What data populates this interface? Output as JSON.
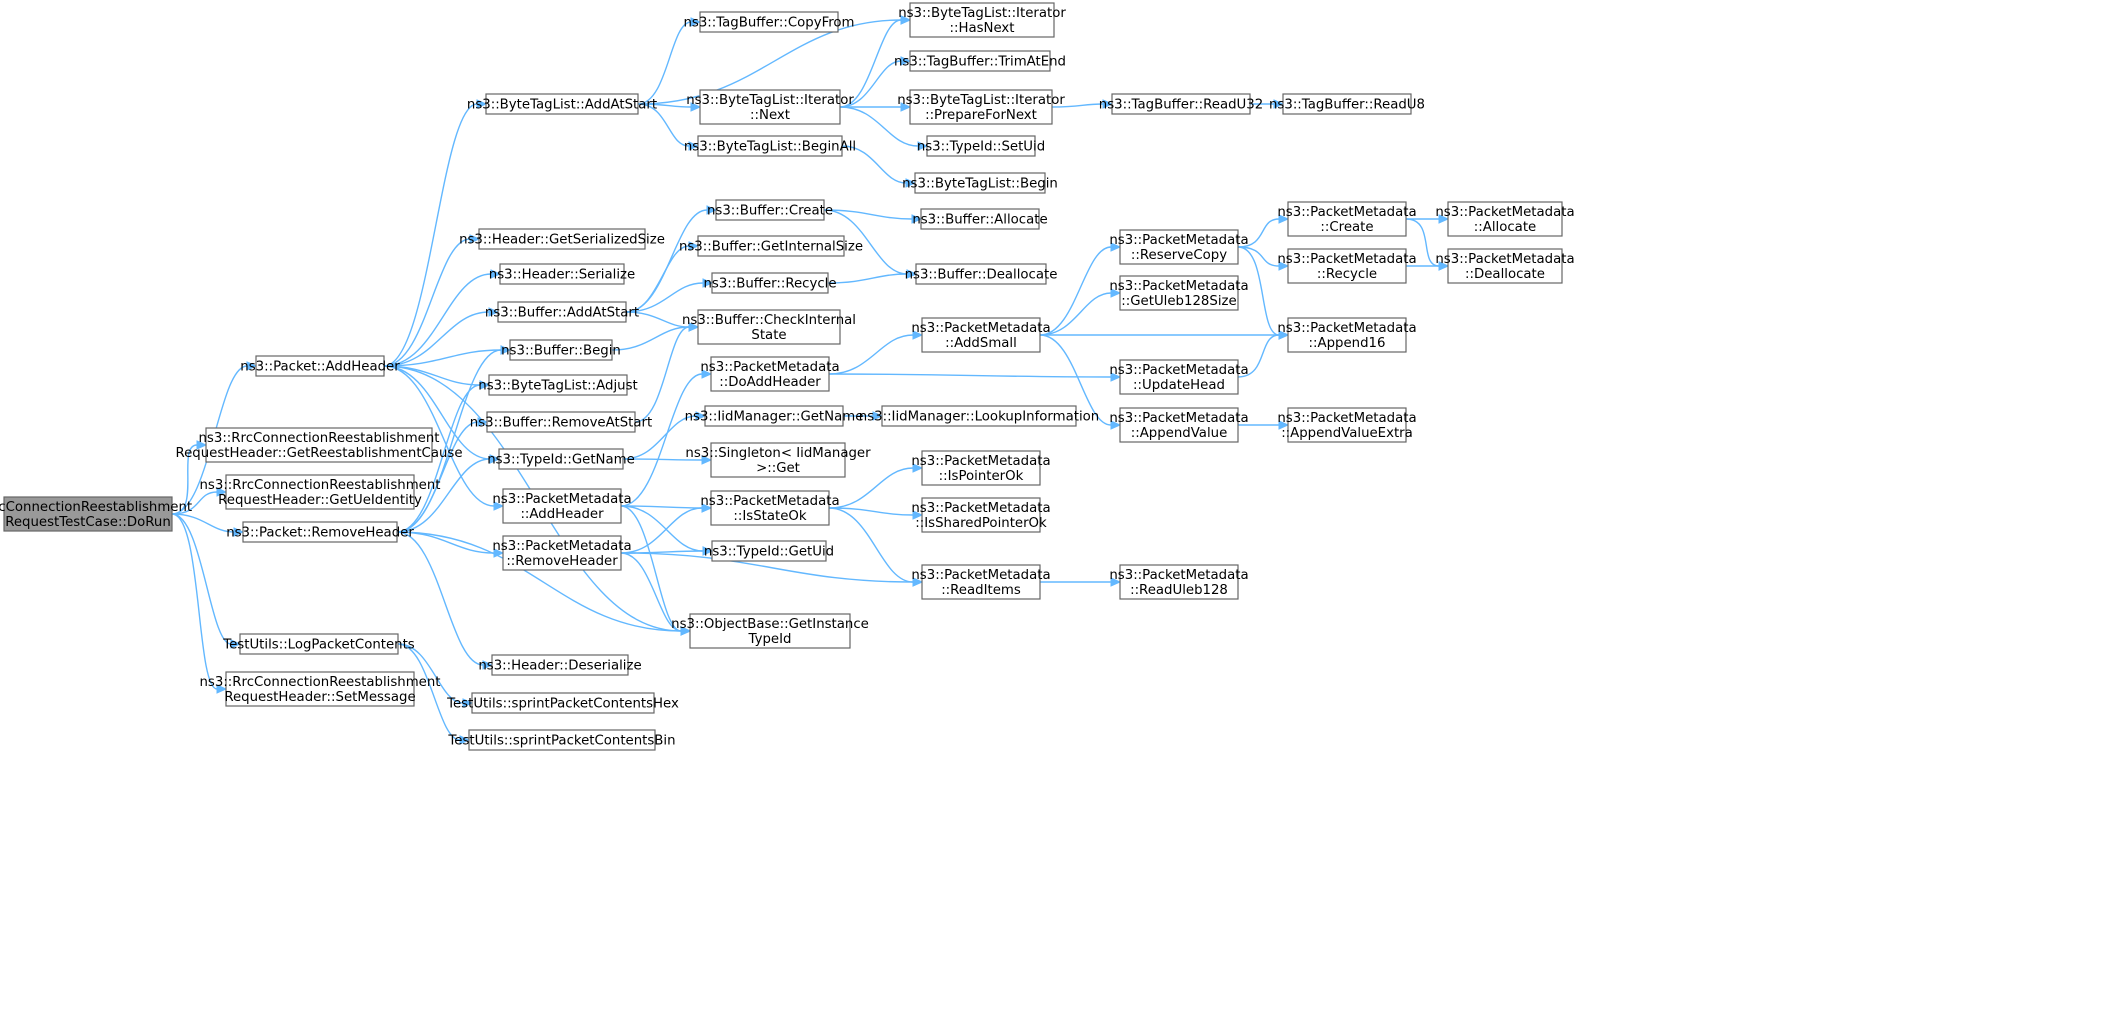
{
  "graph": {
    "kind": "call-graph",
    "colors": {
      "node_fill": "#ffffff",
      "node_border": "#666666",
      "root_fill": "#999999",
      "edge": "#63b8ff",
      "text": "#000000"
    },
    "nodes": [
      {
        "id": "root",
        "lines": [
          "RrcConnectionReestablishment",
          "RequestTestCase::DoRun"
        ],
        "root": true
      },
      {
        "id": "pkt_addheader",
        "lines": [
          "ns3::Packet::AddHeader"
        ]
      },
      {
        "id": "get_cause",
        "lines": [
          "ns3::RrcConnectionReestablishment",
          "RequestHeader::GetReestablishmentCause"
        ]
      },
      {
        "id": "get_ueid",
        "lines": [
          "ns3::RrcConnectionReestablishment",
          "RequestHeader::GetUeIdentity"
        ]
      },
      {
        "id": "pkt_removeheader",
        "lines": [
          "ns3::Packet::RemoveHeader"
        ]
      },
      {
        "id": "logpkt",
        "lines": [
          "TestUtils::LogPacketContents"
        ]
      },
      {
        "id": "setmessage",
        "lines": [
          "ns3::RrcConnectionReestablishment",
          "RequestHeader::SetMessage"
        ]
      },
      {
        "id": "btl_addatstart",
        "lines": [
          "ns3::ByteTagList::AddAtStart"
        ]
      },
      {
        "id": "hdr_getsersize",
        "lines": [
          "ns3::Header::GetSerializedSize"
        ]
      },
      {
        "id": "hdr_serialize",
        "lines": [
          "ns3::Header::Serialize"
        ]
      },
      {
        "id": "buf_addatstart",
        "lines": [
          "ns3::Buffer::AddAtStart"
        ]
      },
      {
        "id": "buf_begin",
        "lines": [
          "ns3::Buffer::Begin"
        ]
      },
      {
        "id": "btl_adjust",
        "lines": [
          "ns3::ByteTagList::Adjust"
        ]
      },
      {
        "id": "buf_removeatstart",
        "lines": [
          "ns3::Buffer::RemoveAtStart"
        ]
      },
      {
        "id": "typeid_getname",
        "lines": [
          "ns3::TypeId::GetName"
        ]
      },
      {
        "id": "pm_addheader",
        "lines": [
          "ns3::PacketMetadata",
          "::AddHeader"
        ]
      },
      {
        "id": "pm_removeheader",
        "lines": [
          "ns3::PacketMetadata",
          "::RemoveHeader"
        ]
      },
      {
        "id": "hdr_deserialize",
        "lines": [
          "ns3::Header::Deserialize"
        ]
      },
      {
        "id": "tu_hex",
        "lines": [
          "TestUtils::sprintPacketContentsHex"
        ]
      },
      {
        "id": "tu_bin",
        "lines": [
          "TestUtils::sprintPacketContentsBin"
        ]
      },
      {
        "id": "tb_copyfrom",
        "lines": [
          "ns3::TagBuffer::CopyFrom"
        ]
      },
      {
        "id": "btli_next",
        "lines": [
          "ns3::ByteTagList::Iterator",
          "::Next"
        ]
      },
      {
        "id": "btl_beginall",
        "lines": [
          "ns3::ByteTagList::BeginAll"
        ]
      },
      {
        "id": "buf_create",
        "lines": [
          "ns3::Buffer::Create"
        ]
      },
      {
        "id": "buf_getinternalsize",
        "lines": [
          "ns3::Buffer::GetInternalSize"
        ]
      },
      {
        "id": "buf_recycle",
        "lines": [
          "ns3::Buffer::Recycle"
        ]
      },
      {
        "id": "buf_checkinternal",
        "lines": [
          "ns3::Buffer::CheckInternal",
          "State"
        ]
      },
      {
        "id": "pm_doaddheader",
        "lines": [
          "ns3::PacketMetadata",
          "::DoAddHeader"
        ]
      },
      {
        "id": "iid_getname",
        "lines": [
          "ns3::IidManager::GetName"
        ]
      },
      {
        "id": "singleton_get",
        "lines": [
          "ns3::Singleton< IidManager",
          ">::Get"
        ]
      },
      {
        "id": "pm_isstateok",
        "lines": [
          "ns3::PacketMetadata",
          "::IsStateOk"
        ]
      },
      {
        "id": "typeid_getuid",
        "lines": [
          "ns3::TypeId::GetUid"
        ]
      },
      {
        "id": "ob_getinstance",
        "lines": [
          "ns3::ObjectBase::GetInstance",
          "TypeId"
        ]
      },
      {
        "id": "btli_hasnext",
        "lines": [
          "ns3::ByteTagList::Iterator",
          "::HasNext"
        ]
      },
      {
        "id": "tb_trimatend",
        "lines": [
          "ns3::TagBuffer::TrimAtEnd"
        ]
      },
      {
        "id": "btli_prepare",
        "lines": [
          "ns3::ByteTagList::Iterator",
          "::PrepareForNext"
        ]
      },
      {
        "id": "typeid_setuid",
        "lines": [
          "ns3::TypeId::SetUid"
        ]
      },
      {
        "id": "btl_begin",
        "lines": [
          "ns3::ByteTagList::Begin"
        ]
      },
      {
        "id": "buf_allocate",
        "lines": [
          "ns3::Buffer::Allocate"
        ]
      },
      {
        "id": "buf_deallocate",
        "lines": [
          "ns3::Buffer::Deallocate"
        ]
      },
      {
        "id": "pm_addsmall",
        "lines": [
          "ns3::PacketMetadata",
          "::AddSmall"
        ]
      },
      {
        "id": "iid_lookup",
        "lines": [
          "ns3::IidManager::LookupInformation"
        ]
      },
      {
        "id": "pm_ispointerok",
        "lines": [
          "ns3::PacketMetadata",
          "::IsPointerOk"
        ]
      },
      {
        "id": "pm_issharedpointerok",
        "lines": [
          "ns3::PacketMetadata",
          "::IsSharedPointerOk"
        ]
      },
      {
        "id": "pm_readitems",
        "lines": [
          "ns3::PacketMetadata",
          "::ReadItems"
        ]
      },
      {
        "id": "tb_readu32",
        "lines": [
          "ns3::TagBuffer::ReadU32"
        ]
      },
      {
        "id": "pm_reservecopy",
        "lines": [
          "ns3::PacketMetadata",
          "::ReserveCopy"
        ]
      },
      {
        "id": "pm_getuleb128size",
        "lines": [
          "ns3::PacketMetadata",
          "::GetUleb128Size"
        ]
      },
      {
        "id": "pm_updatehead",
        "lines": [
          "ns3::PacketMetadata",
          "::UpdateHead"
        ]
      },
      {
        "id": "pm_appendvalue",
        "lines": [
          "ns3::PacketMetadata",
          "::AppendValue"
        ]
      },
      {
        "id": "pm_readuleb128",
        "lines": [
          "ns3::PacketMetadata",
          "::ReadUleb128"
        ]
      },
      {
        "id": "tb_readu8",
        "lines": [
          "ns3::TagBuffer::ReadU8"
        ]
      },
      {
        "id": "pm_create",
        "lines": [
          "ns3::PacketMetadata",
          "::Create"
        ]
      },
      {
        "id": "pm_recycle",
        "lines": [
          "ns3::PacketMetadata",
          "::Recycle"
        ]
      },
      {
        "id": "pm_append16",
        "lines": [
          "ns3::PacketMetadata",
          "::Append16"
        ]
      },
      {
        "id": "pm_appendvalueextra",
        "lines": [
          "ns3::PacketMetadata",
          "::AppendValueExtra"
        ]
      },
      {
        "id": "pm_allocate",
        "lines": [
          "ns3::PacketMetadata",
          "::Allocate"
        ]
      },
      {
        "id": "pm_deallocate",
        "lines": [
          "ns3::PacketMetadata",
          "::Deallocate"
        ]
      }
    ],
    "edges": [
      [
        "root",
        "pkt_addheader"
      ],
      [
        "root",
        "get_cause"
      ],
      [
        "root",
        "get_ueid"
      ],
      [
        "root",
        "pkt_removeheader"
      ],
      [
        "root",
        "logpkt"
      ],
      [
        "root",
        "setmessage"
      ],
      [
        "pkt_addheader",
        "btl_addatstart"
      ],
      [
        "pkt_addheader",
        "hdr_getsersize"
      ],
      [
        "pkt_addheader",
        "hdr_serialize"
      ],
      [
        "pkt_addheader",
        "buf_addatstart"
      ],
      [
        "pkt_addheader",
        "buf_begin"
      ],
      [
        "pkt_addheader",
        "btl_adjust"
      ],
      [
        "pkt_addheader",
        "typeid_getname"
      ],
      [
        "pkt_addheader",
        "pm_addheader"
      ],
      [
        "pkt_addheader",
        "ob_getinstance"
      ],
      [
        "pkt_removeheader",
        "buf_begin"
      ],
      [
        "pkt_removeheader",
        "btl_adjust"
      ],
      [
        "pkt_removeheader",
        "buf_removeatstart"
      ],
      [
        "pkt_removeheader",
        "typeid_getname"
      ],
      [
        "pkt_removeheader",
        "pm_removeheader"
      ],
      [
        "pkt_removeheader",
        "hdr_deserialize"
      ],
      [
        "pkt_removeheader",
        "ob_getinstance"
      ],
      [
        "logpkt",
        "tu_hex"
      ],
      [
        "logpkt",
        "tu_bin"
      ],
      [
        "btl_addatstart",
        "tb_copyfrom"
      ],
      [
        "btl_addatstart",
        "btli_hasnext"
      ],
      [
        "btl_addatstart",
        "btli_next"
      ],
      [
        "btl_addatstart",
        "btl_beginall"
      ],
      [
        "btli_next",
        "btli_hasnext"
      ],
      [
        "btli_next",
        "tb_trimatend"
      ],
      [
        "btli_next",
        "btli_prepare"
      ],
      [
        "btli_next",
        "typeid_setuid"
      ],
      [
        "btli_prepare",
        "tb_readu32"
      ],
      [
        "tb_readu32",
        "tb_readu8"
      ],
      [
        "btl_beginall",
        "btl_begin"
      ],
      [
        "buf_addatstart",
        "buf_create"
      ],
      [
        "buf_addatstart",
        "buf_getinternalsize"
      ],
      [
        "buf_addatstart",
        "buf_recycle"
      ],
      [
        "buf_addatstart",
        "buf_checkinternal"
      ],
      [
        "buf_begin",
        "buf_checkinternal"
      ],
      [
        "buf_removeatstart",
        "buf_checkinternal"
      ],
      [
        "buf_create",
        "buf_allocate"
      ],
      [
        "buf_create",
        "buf_deallocate"
      ],
      [
        "buf_recycle",
        "buf_deallocate"
      ],
      [
        "typeid_getname",
        "iid_getname"
      ],
      [
        "typeid_getname",
        "singleton_get"
      ],
      [
        "iid_getname",
        "iid_lookup"
      ],
      [
        "pm_addheader",
        "pm_doaddheader"
      ],
      [
        "pm_addheader",
        "pm_isstateok"
      ],
      [
        "pm_addheader",
        "typeid_getuid"
      ],
      [
        "pm_addheader",
        "ob_getinstance"
      ],
      [
        "pm_removeheader",
        "pm_isstateok"
      ],
      [
        "pm_removeheader",
        "typeid_getuid"
      ],
      [
        "pm_removeheader",
        "pm_readitems"
      ],
      [
        "pm_removeheader",
        "ob_getinstance"
      ],
      [
        "pm_doaddheader",
        "pm_addsmall"
      ],
      [
        "pm_doaddheader",
        "pm_updatehead"
      ],
      [
        "pm_isstateok",
        "pm_ispointerok"
      ],
      [
        "pm_isstateok",
        "pm_issharedpointerok"
      ],
      [
        "pm_isstateok",
        "pm_readitems"
      ],
      [
        "pm_readitems",
        "pm_readuleb128"
      ],
      [
        "pm_addsmall",
        "pm_reservecopy"
      ],
      [
        "pm_addsmall",
        "pm_getuleb128size"
      ],
      [
        "pm_addsmall",
        "pm_append16"
      ],
      [
        "pm_addsmall",
        "pm_appendvalue"
      ],
      [
        "pm_reservecopy",
        "pm_create"
      ],
      [
        "pm_reservecopy",
        "pm_recycle"
      ],
      [
        "pm_reservecopy",
        "pm_append16"
      ],
      [
        "pm_create",
        "pm_allocate"
      ],
      [
        "pm_create",
        "pm_deallocate"
      ],
      [
        "pm_recycle",
        "pm_deallocate"
      ],
      [
        "pm_updatehead",
        "pm_append16"
      ],
      [
        "pm_appendvalue",
        "pm_appendvalueextra"
      ]
    ]
  }
}
